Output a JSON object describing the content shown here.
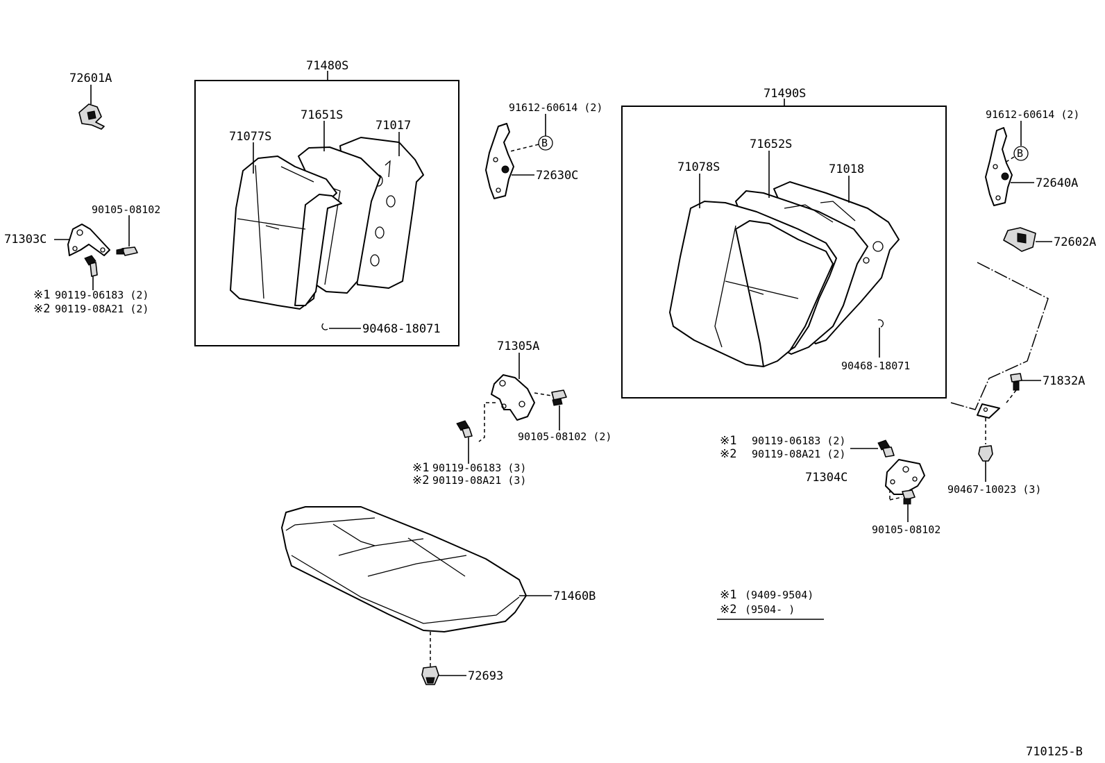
{
  "diagram_id": "710125-B",
  "groups": {
    "left_back_assembly": "71480S",
    "right_back_assembly": "71490S"
  },
  "parts": {
    "p72601A": "72601A",
    "p71480S": "71480S",
    "p71651S": "71651S",
    "p71017": "71017",
    "p71077S": "71077S",
    "p90468_18071_left": "90468-18071",
    "p90105_08102_left": "90105-08102",
    "p71303C": "71303C",
    "p90119_06183_left": "90119-06183 (2)",
    "p90119_08A21_left": "90119-08A21 (2)",
    "p91612_60614_left": "91612-60614 (2)",
    "p72630C": "72630C",
    "p71305A": "71305A",
    "p90105_08102_mid": "90105-08102 (2)",
    "p90119_06183_mid": "90119-06183 (3)",
    "p90119_08A21_mid": "90119-08A21 (3)",
    "p71460B": "71460B",
    "p72693": "72693",
    "p71490S": "71490S",
    "p71652S": "71652S",
    "p71078S": "71078S",
    "p71018": "71018",
    "p90468_18071_right": "90468-18071",
    "p91612_60614_right": "91612-60614 (2)",
    "p72640A": "72640A",
    "p72602A": "72602A",
    "p71832A": "71832A",
    "p90467_10023": "90467-10023 (3)",
    "p90119_06183_right": "90119-06183 (2)",
    "p90119_08A21_right": "90119-08A21 (2)",
    "p71304C": "71304C",
    "p90105_08102_right": "90105-08102"
  },
  "markers": {
    "note1": "※1",
    "note2": "※2",
    "ref_b": "B"
  },
  "legend": {
    "item1_mark": "※1",
    "item1_range": "(9409-9504)",
    "item2_mark": "※2",
    "item2_range": "(9504-       )"
  }
}
